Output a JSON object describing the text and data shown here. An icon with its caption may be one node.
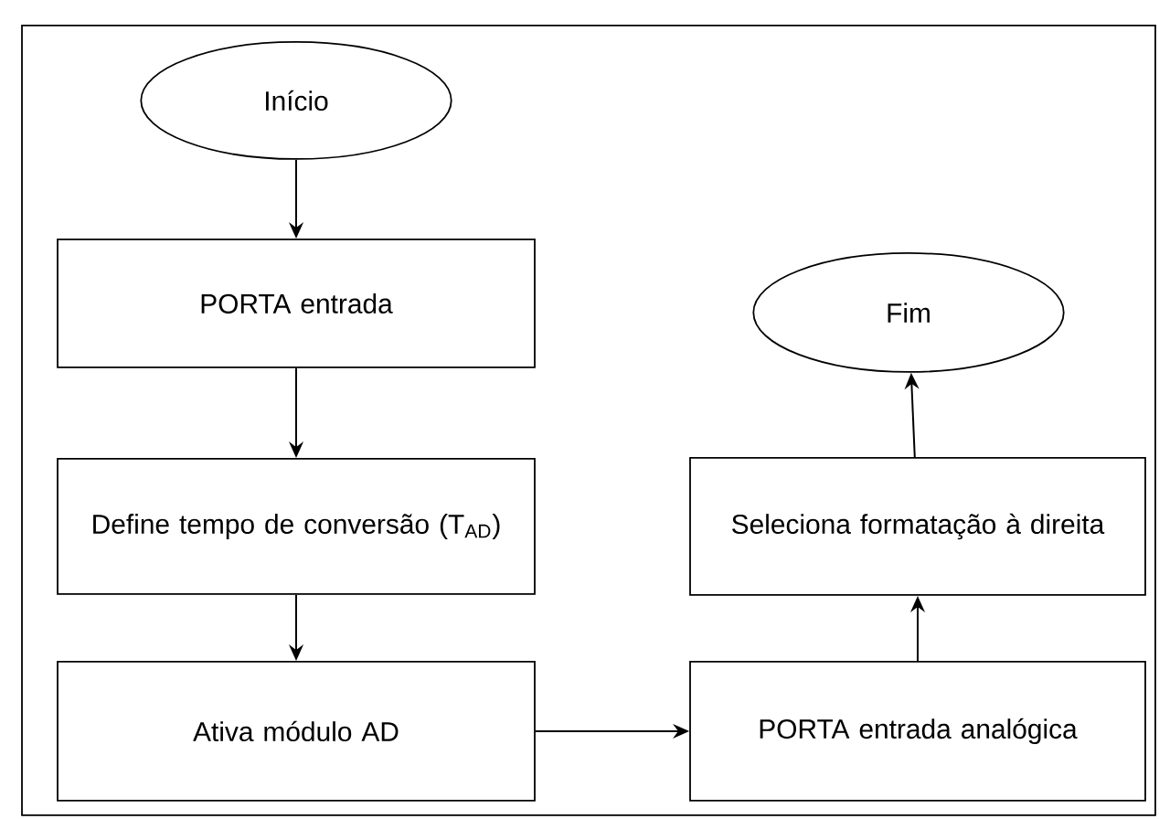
{
  "diagram": {
    "nodes": [
      {
        "text": [
          "Início"
        ]
      },
      {
        "text": [
          "PORTA entrada"
        ]
      },
      {
        "text": [
          "Define tempo de conversão (T$_{AD}$)"
        ]
      },
      {
        "text": [
          "Ativa módulo AD"
        ]
      },
      {
        "text": [
          "Fim"
        ]
      },
      {
        "text": [
          "Seleciona formatação à direita"
        ]
      },
      {
        "text": [
          "PORTA entrada analógica"
        ]
      }
    ],
    "edges": [
      {
        "from": 0,
        "to": 1,
        "arrow": "to"
      },
      {
        "from": 1,
        "to": 2,
        "arrow": "to"
      },
      {
        "from": 2,
        "to": 3,
        "arrow": "to"
      },
      {
        "from": 3,
        "to": 6,
        "arrow": "to"
      },
      {
        "from": 6,
        "to": 5,
        "arrow": "to"
      },
      {
        "from": 5,
        "to": 4,
        "arrow": "to"
      }
    ]
  }
}
